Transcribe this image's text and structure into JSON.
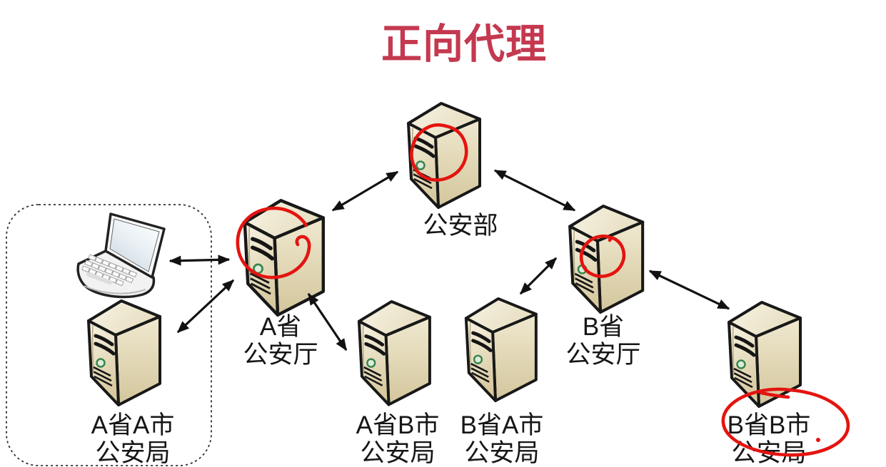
{
  "title": "正向代理",
  "colors": {
    "title_text": "#c43950",
    "annotation_red": "#e41410",
    "arrow_black": "#111111",
    "server_body_beige": "#e3d8b4",
    "label_text": "#161616"
  },
  "nodes": {
    "ministry": {
      "lines": [
        "公安部"
      ],
      "icon": "server-icon",
      "red_circled": true
    },
    "province_a": {
      "lines": [
        "A省",
        "公安厅"
      ],
      "icon": "server-icon",
      "red_circled": true
    },
    "province_b": {
      "lines": [
        "B省",
        "公安厅"
      ],
      "icon": "server-icon",
      "red_circled": true
    },
    "client": {
      "lines": [],
      "icon": "laptop-icon",
      "red_circled": false
    },
    "city_aa": {
      "lines": [
        "A省A市",
        "公安局"
      ],
      "icon": "server-icon",
      "red_circled": false
    },
    "city_ab": {
      "lines": [
        "A省B市",
        "公安局"
      ],
      "icon": "server-icon",
      "red_circled": false
    },
    "city_ba": {
      "lines": [
        "B省A市",
        "公安局"
      ],
      "icon": "server-icon",
      "red_circled": false
    },
    "city_bb": {
      "lines": [
        "B省B市",
        "公安局"
      ],
      "icon": "server-icon",
      "label_red_circled": true
    }
  },
  "groups": [
    {
      "members": [
        "client",
        "city_aa"
      ],
      "style": "dashed-rounded-box"
    }
  ],
  "connections": [
    {
      "from": "client",
      "to": "province_a",
      "bidirectional": true
    },
    {
      "from": "city_aa",
      "to": "province_a",
      "bidirectional": true
    },
    {
      "from": "province_a",
      "to": "ministry",
      "bidirectional": true
    },
    {
      "from": "province_a",
      "to": "city_ab",
      "bidirectional": true
    },
    {
      "from": "ministry",
      "to": "province_b",
      "bidirectional": true
    },
    {
      "from": "province_b",
      "to": "city_ba",
      "bidirectional": true
    },
    {
      "from": "province_b",
      "to": "city_bb",
      "bidirectional": true
    }
  ]
}
